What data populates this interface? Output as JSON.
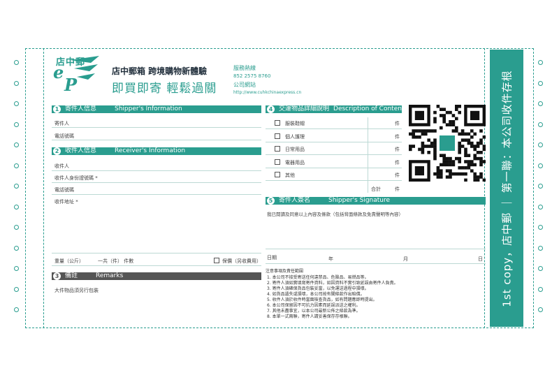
{
  "header": {
    "logo_text": "店中郵",
    "brand_line": "店中郵箱 跨境購物新體驗",
    "slogan": "即買即寄 輕鬆過關",
    "contact": {
      "label": "服務熱線",
      "phone": "852 2575 8760",
      "site_label": "公司網站",
      "url": "http://www.cuhkchinaexpress.cn"
    }
  },
  "sections": {
    "shipper": {
      "num": "1",
      "title": "寄件人信息",
      "title_en": "Shipper's Information",
      "fields": [
        "寄件人",
        "電話號碼"
      ]
    },
    "receiver": {
      "num": "2",
      "title": "收件人信息",
      "title_en": "Receiver's Information",
      "fields": [
        "收件人",
        "收件人身份證號碼 *",
        "電話號碼",
        "收件地址 *"
      ],
      "bottom_left": "重量（公斤）",
      "bottom_mid": "一共（件）  件數",
      "bottom_right": "保價（另收費用）"
    },
    "remarks": {
      "num": "3",
      "title": "備註",
      "title_en": "Remarks",
      "text": "大件物品須另行包裝"
    },
    "contents": {
      "num": "4",
      "title": "交運物品詳細說明",
      "title_en": "Description of Contents",
      "items": [
        {
          "label": "服裝鞋帽",
          "unit": "件"
        },
        {
          "label": "個人護理",
          "unit": "件"
        },
        {
          "label": "日常用品",
          "unit": "件"
        },
        {
          "label": "電器用品",
          "unit": "件"
        },
        {
          "label": "其他",
          "unit": "件"
        }
      ],
      "total_label": "合計",
      "total_unit": "件"
    },
    "signature": {
      "num": "5",
      "title": "寄件人簽名",
      "title_en": "Shipper's Signature",
      "declaration": "我已閱讀及同意以上內容及條款（包括背面條款及免責聲明等內容）",
      "date_labels": [
        "日期",
        "年",
        "月",
        "日"
      ]
    }
  },
  "notes": {
    "title": "注意事項及責任範圍",
    "items": [
      "1. 本公司不接受寄送任何違禁品、危險品、易燃品等。",
      "2. 寄件人須如實填寫寄件資料，如因資料不實引致延誤由寄件人負責。",
      "3. 寄件人須確保貨品包裝妥當，以免運送過程中損壞。",
      "4. 如貨品遺失或損壞，本公司按有關條款作出賠償。",
      "5. 收件人須於收件時當面檢查貨品，如有問題應即時提出。",
      "6. 本公司保留因不可抗力因素而延誤派送之權利。",
      "7. 其他未盡事宜，以本公司最新公佈之條款為準。",
      "8. 本單一式兩聯，寄件人請妥善保存存根聯。"
    ]
  },
  "stub": {
    "text": "1st copy，店中郵 ｜ 第一聯：本公司收件存根"
  },
  "colors": {
    "accent": "#2a9d8f",
    "dark_bar": "#555555"
  }
}
